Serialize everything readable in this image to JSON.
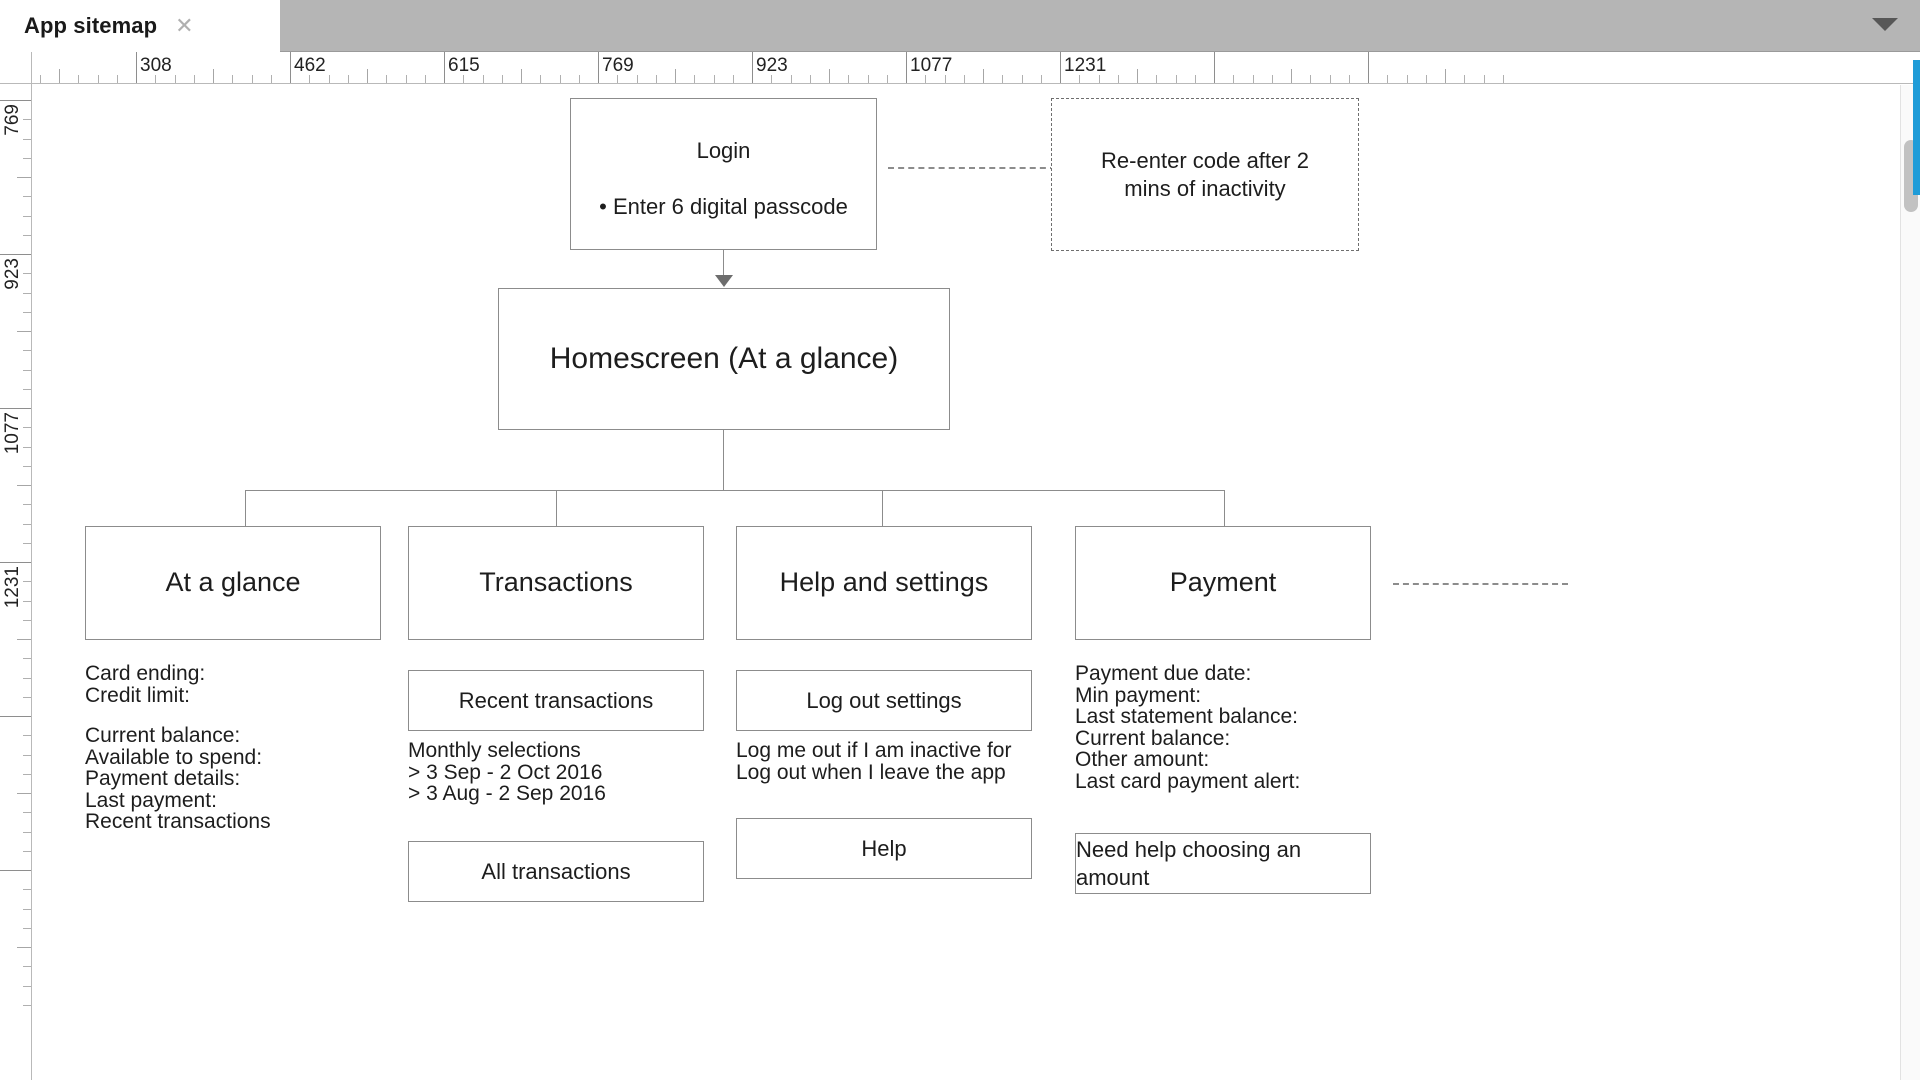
{
  "window": {
    "tab_title": "App sitemap",
    "close_icon": "close-icon",
    "tab_overflow_icon": "chevron-down-icon",
    "accent_color": "#1f9cd8",
    "border_color": "#8c8c8c",
    "tabbar_color": "#b5b5b5"
  },
  "rulers": {
    "horizontal_labels": [
      "308",
      "462",
      "615",
      "769",
      "923",
      "1077",
      "1231"
    ],
    "vertical_labels": [
      "769",
      "923",
      "1077",
      "1231"
    ],
    "unit_spacing": 154
  },
  "diagram": {
    "type": "sitemap-flowchart",
    "nodes": [
      {
        "id": "login",
        "title": "Login",
        "bullets": [
          "• Enter 6 digital passcode"
        ],
        "style": "solid"
      },
      {
        "id": "reenter-note",
        "title": "Re-enter code after 2\nmins of inactivity",
        "style": "dashed"
      },
      {
        "id": "homescreen",
        "title": "Homescreen (At a glance)",
        "style": "solid"
      },
      {
        "id": "at-a-glance",
        "title": "At a glance",
        "style": "solid"
      },
      {
        "id": "transactions",
        "title": "Transactions",
        "style": "solid"
      },
      {
        "id": "help-and-settings",
        "title": "Help and settings",
        "style": "solid"
      },
      {
        "id": "payment",
        "title": "Payment",
        "style": "solid"
      }
    ],
    "columns": [
      {
        "id": "at-a-glance",
        "heading": "At a glance",
        "items": [
          {
            "kind": "text",
            "lines": "Card ending:\nCredit limit:"
          },
          {
            "kind": "text",
            "lines": "Current balance:\nAvailable to spend:\nPayment details:\nLast payment:\nRecent transactions"
          }
        ]
      },
      {
        "id": "transactions",
        "heading": "Transactions",
        "items": [
          {
            "kind": "box",
            "label": "Recent transactions"
          },
          {
            "kind": "text",
            "lines": "Monthly selections\n> 3 Sep - 2 Oct 2016\n> 3 Aug - 2 Sep 2016"
          },
          {
            "kind": "box",
            "label": "All transactions"
          }
        ]
      },
      {
        "id": "help-and-settings",
        "heading": "Help and settings",
        "items": [
          {
            "kind": "box",
            "label": "Log out settings"
          },
          {
            "kind": "text",
            "lines": "Log me out if I am inactive for\nLog out when I leave the app"
          },
          {
            "kind": "box",
            "label": "Help"
          }
        ]
      },
      {
        "id": "payment",
        "heading": "Payment",
        "items": [
          {
            "kind": "text",
            "lines": "Payment due date:\nMin payment:\nLast statement balance:\nCurrent balance:\nOther amount:\nLast card payment alert:"
          },
          {
            "kind": "box",
            "label": "Need help choosing an amount"
          }
        ]
      }
    ]
  }
}
